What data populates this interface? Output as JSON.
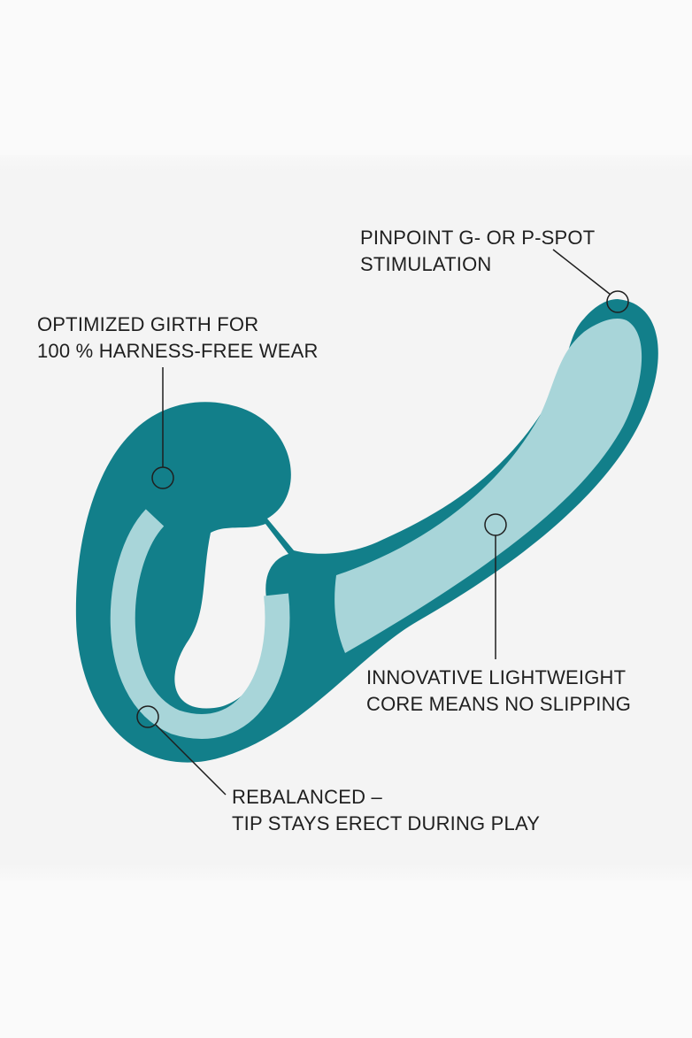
{
  "colors": {
    "body": "#127f8a",
    "core": "#a8d5d9",
    "text": "#1f1f1f",
    "background": "#f4f4f4"
  },
  "callouts": [
    {
      "line1": "PINPOINT G- OR P-SPOT",
      "line2": "STIMULATION"
    },
    {
      "line1": "OPTIMIZED GIRTH FOR",
      "line2": "100 % HARNESS-FREE WEAR"
    },
    {
      "line1": "INNOVATIVE LIGHTWEIGHT",
      "line2": "CORE MEANS NO SLIPPING"
    },
    {
      "line1": "REBALANCED –",
      "line2": "TIP STAYS ERECT DURING PLAY"
    }
  ]
}
